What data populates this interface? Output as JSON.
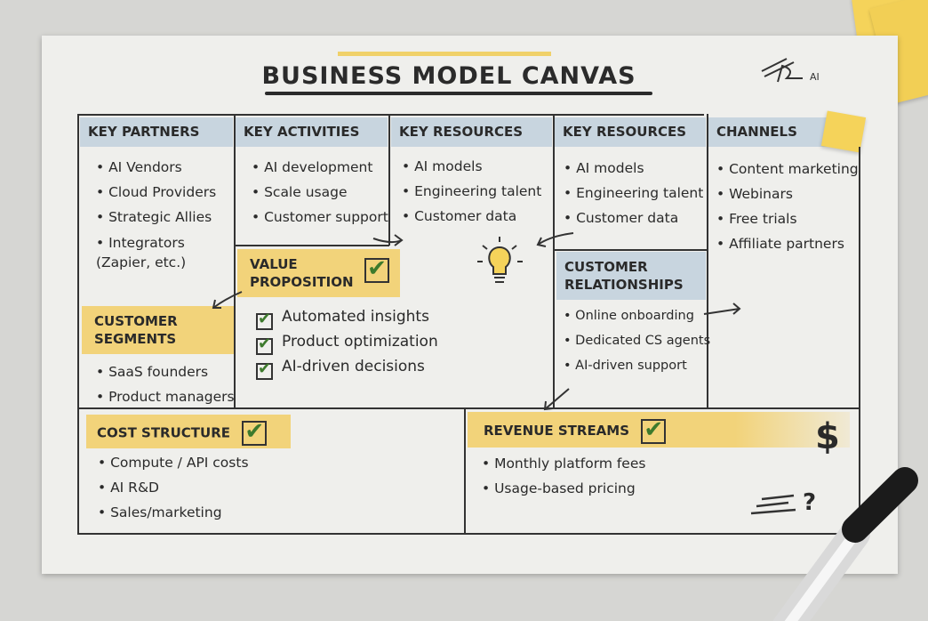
{
  "title": "BUSINESS MODEL CANVAS",
  "signature": "AI",
  "colors": {
    "header_blue": "#c8d5df",
    "highlight_yellow": "#f2d37a",
    "check_green": "#3d7a2c"
  },
  "key_partners": {
    "title": "KEY PARTNERS",
    "items": [
      "AI Vendors",
      "Cloud Providers",
      "Strategic Allies",
      "Integrators (Zapier, etc.)"
    ]
  },
  "key_activities": {
    "title": "KEY ACTIVITIES",
    "items": [
      "AI development",
      "Scale usage",
      "Customer support"
    ]
  },
  "key_resources_1": {
    "title": "KEY RESOURCES",
    "items": [
      "AI models",
      "Engineering talent",
      "Customer data"
    ]
  },
  "key_resources_2": {
    "title": "KEY RESOURCES",
    "items": [
      "AI models",
      "Engineering talent",
      "Customer data"
    ]
  },
  "channels": {
    "title": "CHANNELS",
    "items": [
      "Content marketing",
      "Webinars",
      "Free trials",
      "Affiliate partners"
    ]
  },
  "value_proposition": {
    "title_line1": "VALUE",
    "title_line2": "PROPOSITION",
    "items": [
      "Automated insights",
      "Product optimization",
      "AI-driven decisions"
    ]
  },
  "customer_segments": {
    "title_line1": "CUSTOMER",
    "title_line2": "SEGMENTS",
    "items": [
      "SaaS founders",
      "Product managers"
    ]
  },
  "customer_relationships": {
    "title_line1": "CUSTOMER",
    "title_line2": "RELATIONSHIPS",
    "items": [
      "Online onboarding",
      "Dedicated CS agents",
      "AI-driven support"
    ]
  },
  "cost_structure": {
    "title": "COST STRUCTURE",
    "items": [
      "Compute / API costs",
      "AI R&D",
      "Sales/marketing"
    ]
  },
  "revenue_streams": {
    "title": "REVENUE STREAMS",
    "items": [
      "Monthly platform fees",
      "Usage-based pricing"
    ]
  },
  "icons": {
    "check": "✔",
    "bulb": "lightbulb-icon",
    "dollar": "$",
    "question": "?"
  }
}
